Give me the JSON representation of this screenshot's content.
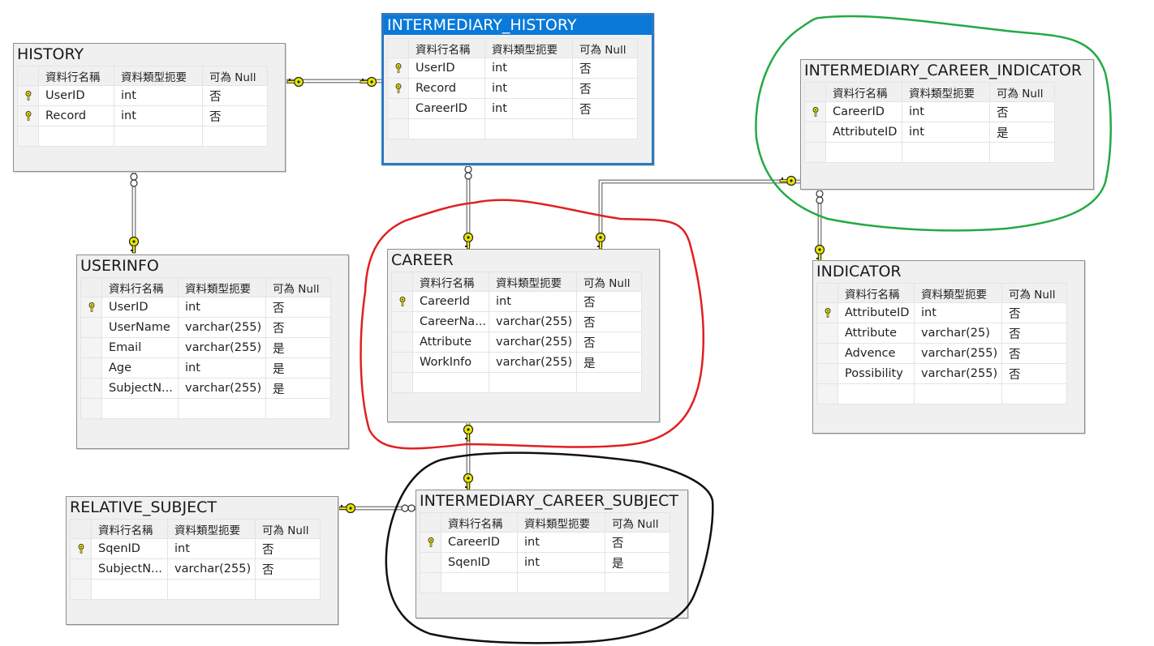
{
  "column_headers": [
    "資料行名稱",
    "資料類型扼要",
    "可為 Null"
  ],
  "tables": [
    {
      "name": "HISTORY",
      "rows": [
        {
          "column": "UserID",
          "type": "int",
          "nullable": "否",
          "primary_key": true
        },
        {
          "column": "Record",
          "type": "int",
          "nullable": "否",
          "primary_key": true
        }
      ]
    },
    {
      "name": "INTERMEDIARY_HISTORY",
      "selected": true,
      "rows": [
        {
          "column": "UserID",
          "type": "int",
          "nullable": "否",
          "primary_key": true
        },
        {
          "column": "Record",
          "type": "int",
          "nullable": "否",
          "primary_key": true
        },
        {
          "column": "CareerID",
          "type": "int",
          "nullable": "否",
          "primary_key": false
        }
      ]
    },
    {
      "name": "INTERMEDIARY_CAREER_INDICATOR",
      "rows": [
        {
          "column": "CareerID",
          "type": "int",
          "nullable": "否",
          "primary_key": true
        },
        {
          "column": "AttributeID",
          "type": "int",
          "nullable": "是",
          "primary_key": false
        }
      ]
    },
    {
      "name": "USERINFO",
      "rows": [
        {
          "column": "UserID",
          "type": "int",
          "nullable": "否",
          "primary_key": true
        },
        {
          "column": "UserName",
          "type": "varchar(255)",
          "nullable": "否",
          "primary_key": false
        },
        {
          "column": "Email",
          "type": "varchar(255)",
          "nullable": "是",
          "primary_key": false
        },
        {
          "column": "Age",
          "type": "int",
          "nullable": "是",
          "primary_key": false
        },
        {
          "column": "SubjectN...",
          "type": "varchar(255)",
          "nullable": "是",
          "primary_key": false
        }
      ]
    },
    {
      "name": "CAREER",
      "rows": [
        {
          "column": "CareerId",
          "type": "int",
          "nullable": "否",
          "primary_key": true
        },
        {
          "column": "CareerNa...",
          "type": "varchar(255)",
          "nullable": "否",
          "primary_key": false
        },
        {
          "column": "Attribute",
          "type": "varchar(255)",
          "nullable": "否",
          "primary_key": false
        },
        {
          "column": "WorkInfo",
          "type": "varchar(255)",
          "nullable": "是",
          "primary_key": false
        }
      ]
    },
    {
      "name": "INDICATOR",
      "rows": [
        {
          "column": "AttributeID",
          "type": "int",
          "nullable": "否",
          "primary_key": true
        },
        {
          "column": "Attribute",
          "type": "varchar(25)",
          "nullable": "否",
          "primary_key": false
        },
        {
          "column": "Advence",
          "type": "varchar(255)",
          "nullable": "否",
          "primary_key": false
        },
        {
          "column": "Possibility",
          "type": "varchar(255)",
          "nullable": "否",
          "primary_key": false
        }
      ]
    },
    {
      "name": "RELATIVE_SUBJECT",
      "rows": [
        {
          "column": "SqenID",
          "type": "int",
          "nullable": "否",
          "primary_key": true
        },
        {
          "column": "SubjectN...",
          "type": "varchar(255)",
          "nullable": "否",
          "primary_key": false
        }
      ]
    },
    {
      "name": "INTERMEDIARY_CAREER_SUBJECT",
      "rows": [
        {
          "column": "CareerID",
          "type": "int",
          "nullable": "否",
          "primary_key": true
        },
        {
          "column": "SqenID",
          "type": "int",
          "nullable": "是",
          "primary_key": false
        }
      ]
    }
  ],
  "relationship_line_color": "#8a8a8a",
  "key_icon_color": "#e8e800",
  "annotation_colors": {
    "red": "#e02020",
    "green": "#22aa44",
    "black": "#111111"
  }
}
